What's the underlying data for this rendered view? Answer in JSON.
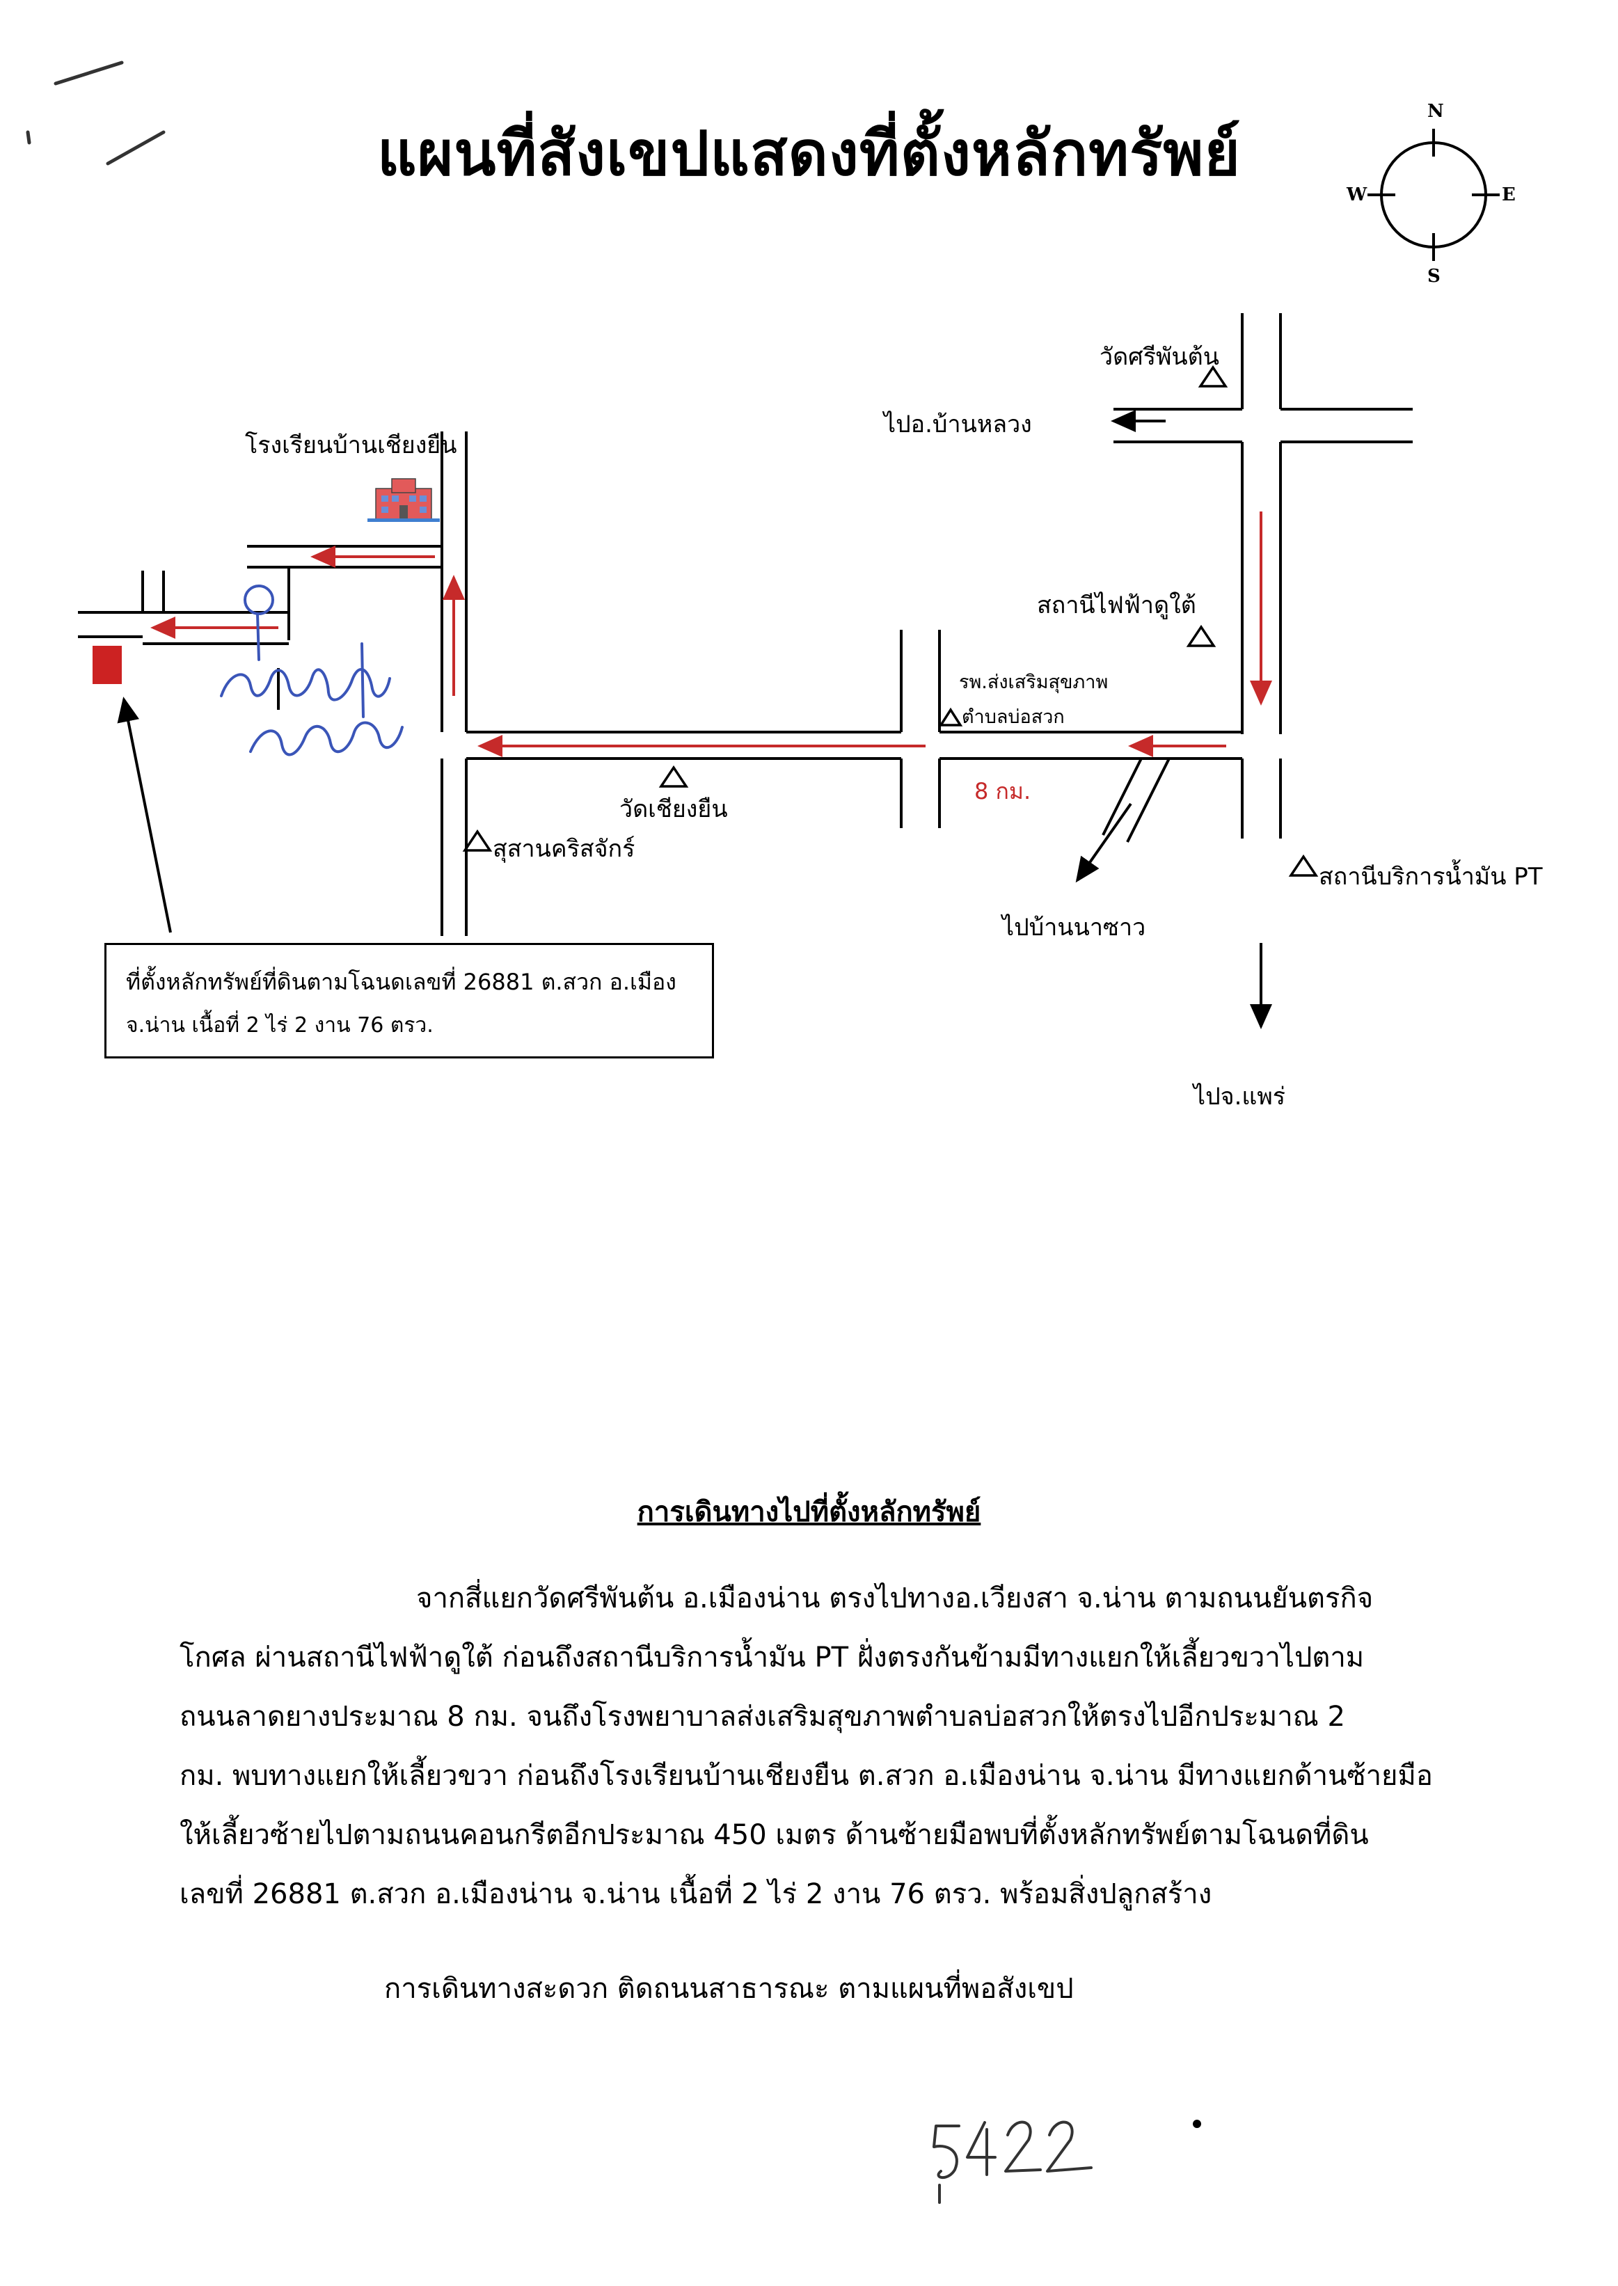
{
  "document": {
    "title": "แผนที่สังเขปแสดงที่ตั้งหลักทรัพย์",
    "compass": {
      "north": "N",
      "south": "S",
      "east": "E",
      "west": "W"
    },
    "map_labels": {
      "wat_si_phan_ton": "วัดศรีพันต้น",
      "to_ban_luang": "ไปอ.บ้านหลวง",
      "school": "โรงเรียนบ้านเชียงยืน",
      "substation": "สถานีไฟฟ้าดูใต้",
      "health_center_1": "รพ.ส่งเสริมสุขภาพ",
      "health_center_2": "ตำบลบ่อสวก",
      "wat_chiang_yuen": "วัดเชียงยืน",
      "distance": "8 กม.",
      "cemetery": "สุสานคริสจักร์",
      "to_ban_na_chao": "ไปบ้านนาซาว",
      "gas_station": "สถานีบริการน้ำมัน PT",
      "to_phrae": "ไปจ.แพร่"
    },
    "location_box": {
      "line1": "ที่ตั้งหลักทรัพย์ที่ดินตามโฉนดเลขที่  26881 ต.สวก  อ.เมือง",
      "line2": "จ.น่าน  เนื้อที่  2 ไร่  2 งาน  76  ตรว."
    },
    "route": {
      "heading": "การเดินทางไปที่ตั้งหลักทรัพย์",
      "lines": [
        "จากสี่แยกวัดศรีพันต้น อ.เมืองน่าน ตรงไปทางอ.เวียงสา จ.น่าน ตามถนนยันตรกิจ",
        "โกศล ผ่านสถานีไฟฟ้าดูใต้  ก่อนถึงสถานีบริการน้ำมัน PT      ฝั่งตรงกันข้ามมีทางแยกให้เลี้ยวขวาไปตาม",
        "ถนนลาดยางประมาณ  8  กม.  จนถึงโรงพยาบาลส่งเสริมสุขภาพตำบลบ่อสวกให้ตรงไปอีกประมาณ  2",
        "กม. พบทางแยกให้เลี้ยวขวา ก่อนถึงโรงเรียนบ้านเชียงยืน ต.สวก อ.เมืองน่าน จ.น่าน มีทางแยกด้านซ้ายมือ",
        "ให้เลี้ยวซ้ายไปตามถนนคอนกรีตอีกประมาณ  450 เมตร    ด้านซ้ายมือพบที่ตั้งหลักทรัพย์ตามโฉนดที่ดิน",
        "เลขที่  26881  ต.สวก  อ.เมืองน่าน  จ.น่าน  เนื้อที่  2 ไร่   2 งาน  76  ตรว.   พร้อมสิ่งปลูกสร้าง"
      ],
      "footer": "การเดินทางสะดวก    ติดถนนสาธารณะ   ตามแผนที่พอสังเขป"
    },
    "colors": {
      "arrow_red": "#c62a2a",
      "marker_red": "#cc2222",
      "pen_blue": "#3a55b8"
    }
  }
}
